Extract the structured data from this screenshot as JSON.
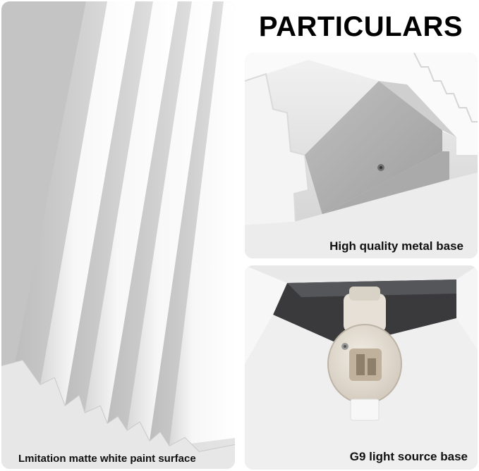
{
  "header": {
    "title": "PARTICULARS"
  },
  "panels": {
    "surface": {
      "caption": "Lmitation matte white paint surface"
    },
    "metal_base": {
      "caption": "High quality metal base"
    },
    "light_base": {
      "caption": "G9 light source base"
    }
  },
  "colors": {
    "background": "#ffffff",
    "panel_grey": "#dcdcdc",
    "text": "#000000"
  }
}
